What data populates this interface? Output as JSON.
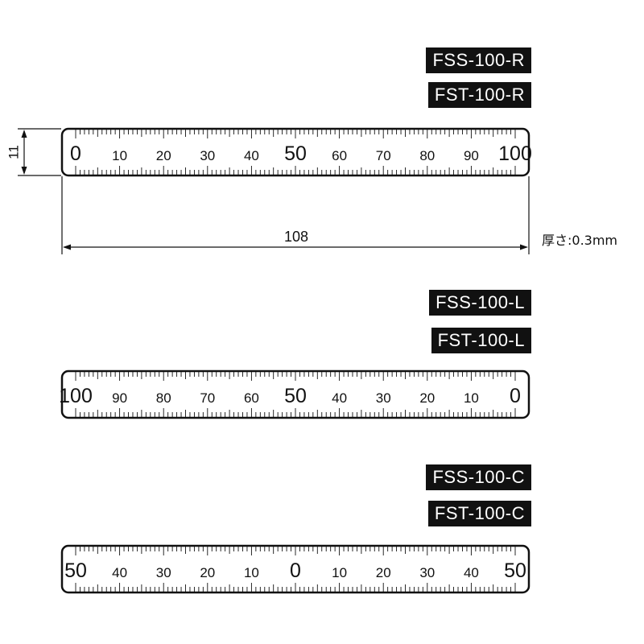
{
  "labels": {
    "r_models": [
      "FSS-100-R",
      "FST-100-R"
    ],
    "l_models": [
      "FSS-100-L",
      "FST-100-L"
    ],
    "c_models": [
      "FSS-100-C",
      "FST-100-C"
    ]
  },
  "dimensions": {
    "height_label": "11",
    "length_label": "108",
    "thickness_label": "厚さ:0.3mm"
  },
  "rulers": {
    "r": [
      "0",
      "10",
      "20",
      "30",
      "40",
      "50",
      "60",
      "70",
      "80",
      "90",
      "100"
    ],
    "l": [
      "100",
      "90",
      "80",
      "70",
      "60",
      "50",
      "40",
      "30",
      "20",
      "10",
      "0"
    ],
    "c": [
      "50",
      "40",
      "30",
      "20",
      "10",
      "0",
      "10",
      "20",
      "30",
      "40",
      "50"
    ]
  },
  "colors": {
    "ink": "#111111",
    "tag_bg": "#111111",
    "tag_text": "#ffffff"
  }
}
